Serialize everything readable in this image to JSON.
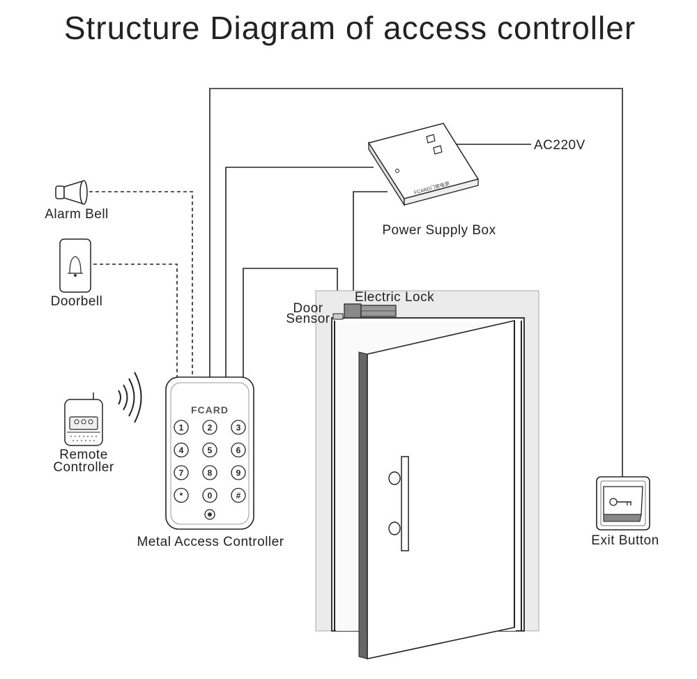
{
  "title": "Structure Diagram of access controller",
  "labels": {
    "alarm_bell": "Alarm Bell",
    "doorbell": "Doorbell",
    "remote_line1": "Remote",
    "remote_line2": "Controller",
    "metal_controller": "Metal Access Controller",
    "power_supply": "Power Supply Box",
    "ac": "AC220V",
    "electric_lock": "Electric Lock",
    "door_line1": "Door",
    "door_line2": "Sensor",
    "exit_button": "Exit Button"
  },
  "keypad": {
    "brand": "FCARD",
    "keys": [
      "1",
      "2",
      "3",
      "4",
      "5",
      "6",
      "7",
      "8",
      "9",
      "*",
      "0",
      "#"
    ]
  },
  "power_box": {
    "brand": "FCARD门禁电源"
  }
}
